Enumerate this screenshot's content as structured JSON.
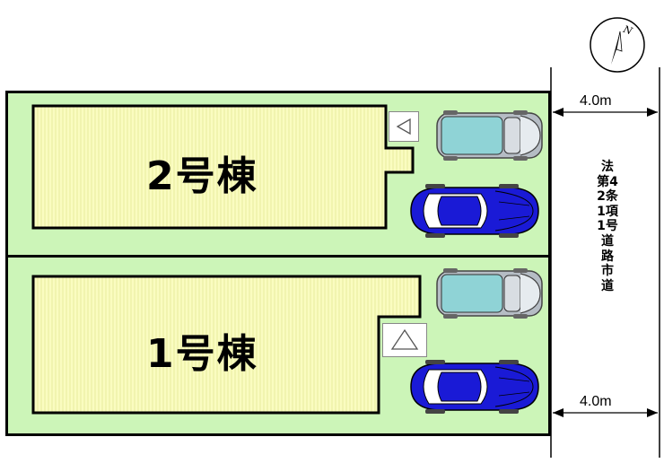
{
  "buildings": [
    {
      "label": "2号棟",
      "entrance_marker": "◁"
    },
    {
      "label": "1号棟",
      "entrance_marker": "△"
    }
  ],
  "road": {
    "description": "法第42条1項1号道路　市道",
    "width_top": "4.0m",
    "width_bottom": "4.0m"
  },
  "compass": {
    "label": "N"
  },
  "colors": {
    "lot_green": "#ccf5b8",
    "building_yellow": "#fafcc0",
    "car_blue": "#1a1ad6",
    "car_teal": "#8fd3d6"
  }
}
